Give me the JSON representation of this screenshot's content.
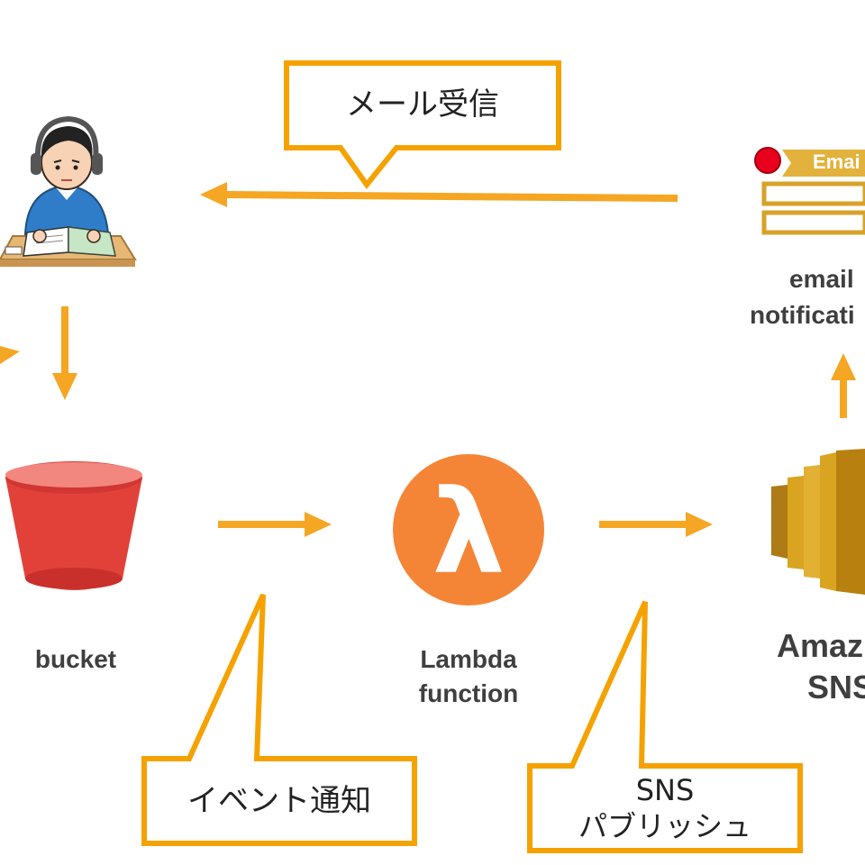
{
  "callouts": {
    "mail_receive": "メール受信",
    "event_notify": "イベント通知",
    "sns_publish_line1": "SNS",
    "sns_publish_line2": "パブリッシュ"
  },
  "nodes": {
    "bucket": {
      "label": "bucket"
    },
    "lambda": {
      "label_line1": "Lambda",
      "label_line2": "function",
      "symbol": "λ"
    },
    "sns": {
      "label_line1": "Amaz",
      "label_line2": "SNS"
    },
    "email": {
      "label_line1": "email",
      "label_line2": "notificati",
      "tag": "Emai"
    }
  },
  "colors": {
    "arrow": "#F5A623",
    "callout_border": "#F5A200",
    "lambda_orange": "#F58536",
    "bucket_red": "#E2413A",
    "sns_gold": "#D9A520",
    "email_gold": "#E3B23C",
    "email_dot": "#E8001C",
    "label_gray": "#3f3f3f"
  },
  "icons": [
    "student-icon",
    "bucket-icon",
    "lambda-icon",
    "sns-icon",
    "email-icon"
  ]
}
